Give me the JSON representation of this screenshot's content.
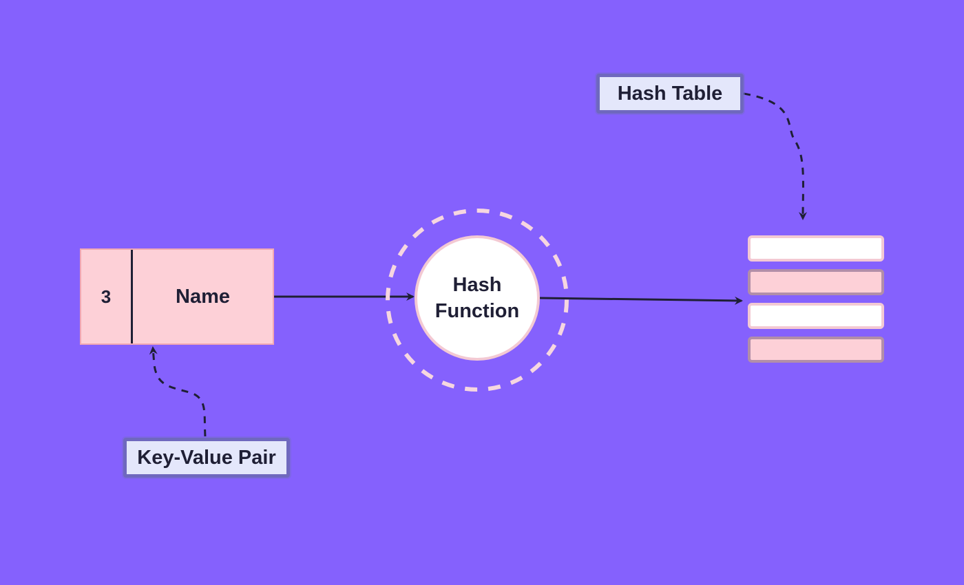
{
  "colors": {
    "background": "#8561fd",
    "record_fill": "#fdd0d7",
    "slot_empty": "#ffffff",
    "slot_filled": "#fdd0d7",
    "ring": "#f6d6e0",
    "arrow": "#1f1f35",
    "label_fill": "#e4e7fb",
    "label_border": "#6f68be"
  },
  "record": {
    "key": "3",
    "value": "Name"
  },
  "hash_function": {
    "label": "Hash\nFunction"
  },
  "hash_table": {
    "slots": [
      "empty",
      "filled",
      "empty",
      "filled"
    ]
  },
  "labels": {
    "hash_table": "Hash Table",
    "key_value_pair": "Key-Value Pair"
  }
}
